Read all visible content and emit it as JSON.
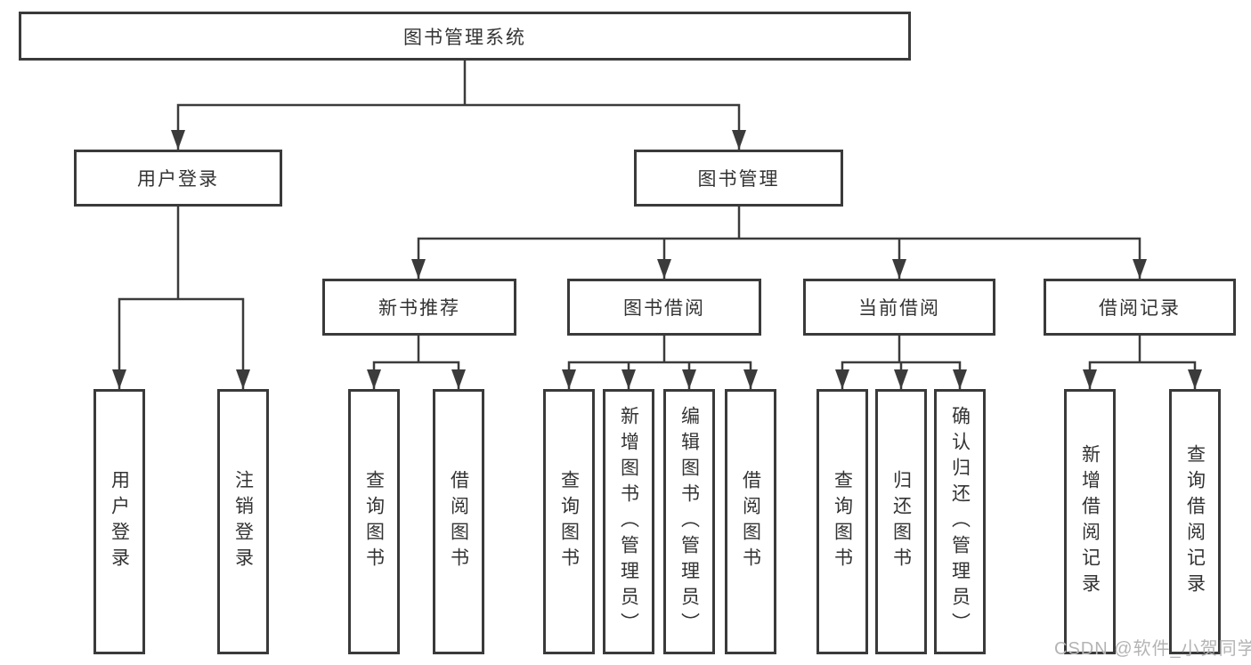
{
  "diagram": {
    "root": {
      "label": "图书管理系统"
    },
    "level2": [
      {
        "label": "用户登录"
      },
      {
        "label": "图书管理"
      }
    ],
    "level3": [
      {
        "label": "新书推荐"
      },
      {
        "label": "图书借阅"
      },
      {
        "label": "当前借阅"
      },
      {
        "label": "借阅记录"
      }
    ],
    "leaves": [
      {
        "label": "用户登录"
      },
      {
        "label": "注销登录"
      },
      {
        "label": "查询图书"
      },
      {
        "label": "借阅图书"
      },
      {
        "label": "查询图书"
      },
      {
        "label": "新增图书（管理员）"
      },
      {
        "label": "编辑图书（管理员）"
      },
      {
        "label": "借阅图书"
      },
      {
        "label": "查询图书"
      },
      {
        "label": "归还图书"
      },
      {
        "label": "确认归还（管理员）"
      },
      {
        "label": "新增借阅记录"
      },
      {
        "label": "查询借阅记录"
      }
    ]
  },
  "watermark": {
    "text": "CSDN @软件_小贺同学"
  },
  "colors": {
    "line": "#3b3b3b",
    "border": "#3a3a3a",
    "text": "#333333",
    "watermark": "#b4b4b4",
    "background": "#ffffff"
  }
}
